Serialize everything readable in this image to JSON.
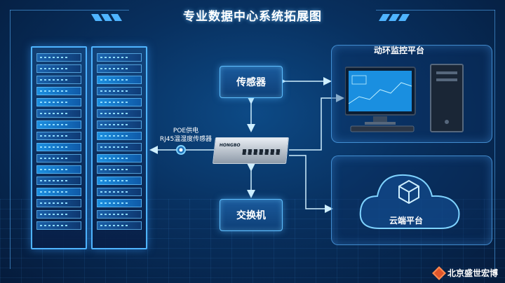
{
  "title": "专业数据中心系统拓展图",
  "nodes": {
    "sensor": "传感器",
    "switch": "交换机"
  },
  "sensor_label": {
    "line1": "POE供电",
    "line2": "RJ45温湿度传感器"
  },
  "panels": {
    "monitor": "动环监控平台",
    "cloud": "云端平台"
  },
  "logo_text": "北京盛世宏博",
  "switch_brand": "HONGBO",
  "colors": {
    "accent": "#4fb4ff",
    "background": "#08305f",
    "logo": "#e0562b"
  }
}
